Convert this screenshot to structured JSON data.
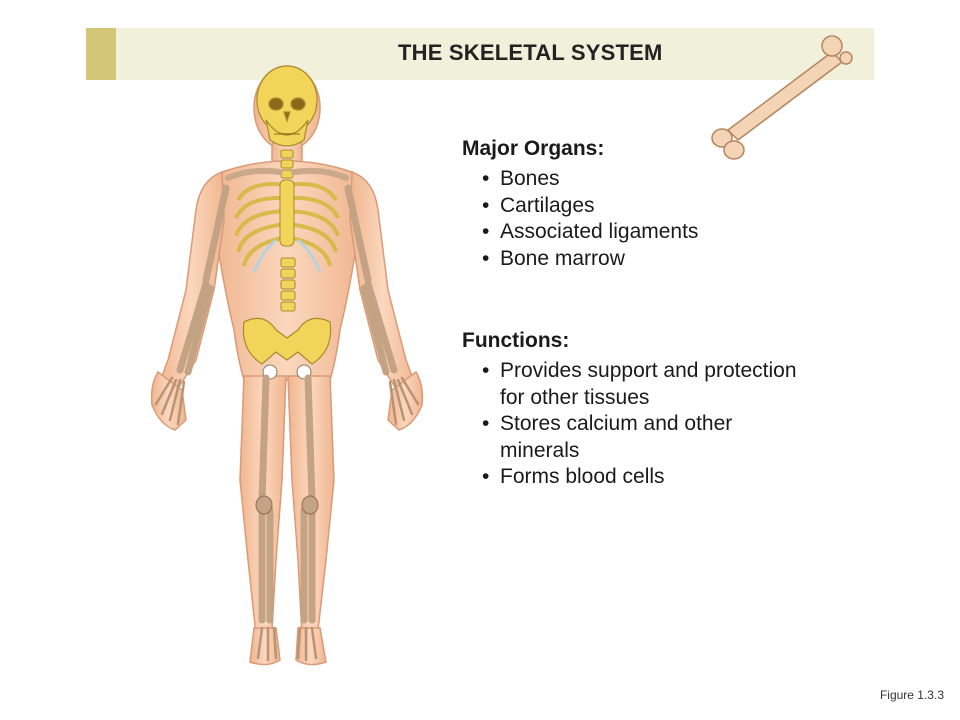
{
  "header": {
    "title": "THE SKELETAL SYSTEM"
  },
  "major_organs": {
    "heading": "Major Organs:",
    "items": [
      {
        "bullet": "•",
        "label": "Bones"
      },
      {
        "bullet": "•",
        "label": "Cartilages"
      },
      {
        "bullet": "•",
        "label": "Associated ligaments"
      },
      {
        "bullet": "•",
        "label": "Bone marrow"
      }
    ]
  },
  "functions": {
    "heading": "Functions:",
    "items": [
      {
        "bullet": "•",
        "line1": "Provides support and protection",
        "line2": "for other tissues"
      },
      {
        "bullet": "•",
        "line1": "Stores calcium and other",
        "line2": "minerals"
      },
      {
        "bullet": "•",
        "line1": "Forms blood cells",
        "line2": ""
      }
    ]
  },
  "caption": "Figure 1.3.3",
  "colors": {
    "title_band": "#f1f0da",
    "title_accent": "#d4c679",
    "skin": "#f6c7a4",
    "bone": "#c9a98a",
    "axial_bone": "#f2d45a",
    "cartilage": "#b7d3e0"
  }
}
